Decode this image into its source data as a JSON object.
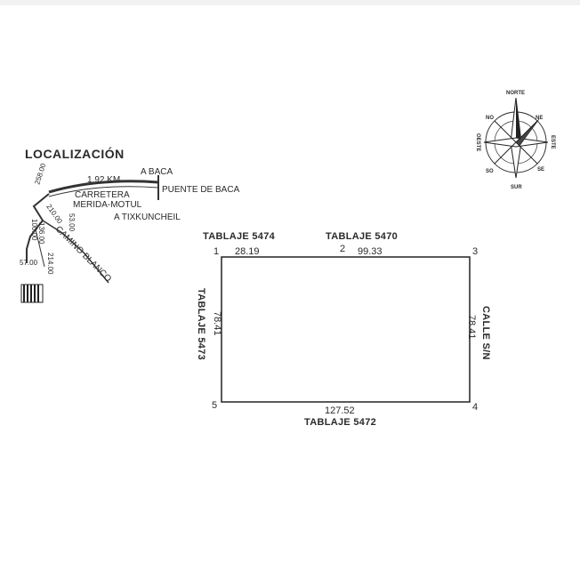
{
  "location": {
    "title": "LOCALIZACIÓN",
    "distance": "1.92 KM",
    "a_baca": "A BACA",
    "puente": "PUENTE DE BACA",
    "carretera": "CARRETERA",
    "merida_motul": "MERIDA-MOTUL",
    "tixkuncheil": "A TIXKUNCHEIL",
    "camino": "CAMINO BLANCO",
    "d258": "258.00",
    "d210": "210.00",
    "d53": "53.00",
    "d100": "100.00",
    "d136": "136.00",
    "d57": "57.00",
    "d214": "214.00"
  },
  "compass": {
    "norte": "NORTE",
    "sur": "SUR",
    "este": "ESTE",
    "oeste": "OESTE",
    "ne": "NE",
    "no": "NO",
    "se": "SE",
    "so": "SO"
  },
  "lot": {
    "top_left": "TABLAJE 5474",
    "top_right": "TABLAJE 5470",
    "bottom": "TABLAJE 5472",
    "left": "TABLAJE 5473",
    "right": "CALLE S/N",
    "v1": "1",
    "v2": "2",
    "v3": "3",
    "v4": "4",
    "v5": "5",
    "side_1_2": "28.19",
    "side_2_3": "99.33",
    "side_3_4": "78.41",
    "side_4_5": "127.52",
    "side_5_1": "78.41"
  }
}
